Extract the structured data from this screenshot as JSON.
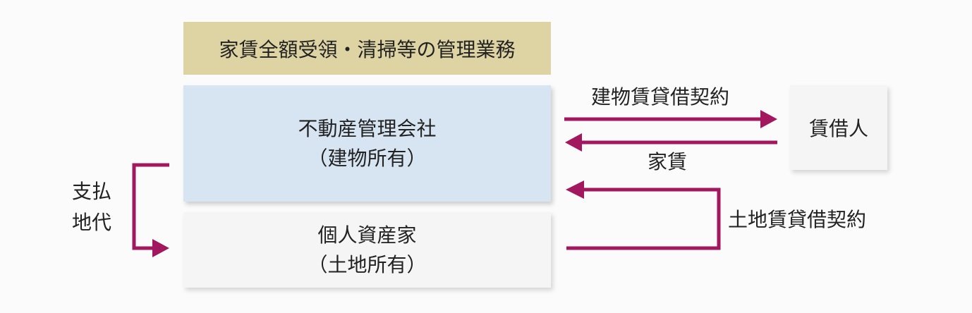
{
  "header": {
    "text": "家賃全額受領・清掃等の管理業務"
  },
  "company": {
    "name": "不動産管理会社",
    "sub": "（建物所有）"
  },
  "individual": {
    "name": "個人資産家",
    "sub": "（土地所有）"
  },
  "tenant": {
    "name": "賃借人"
  },
  "labels": {
    "building_contract": "建物賃貸借契約",
    "rent": "家賃",
    "land_contract": "土地賃貸借契約",
    "ground_rent_line1": "支払",
    "ground_rent_line2": "地代"
  },
  "colors": {
    "arrow": "#a3175f",
    "header_bg": "#ddd3a3",
    "company_bg": "#d7e5f3",
    "box_bg": "#f5f5f5"
  }
}
